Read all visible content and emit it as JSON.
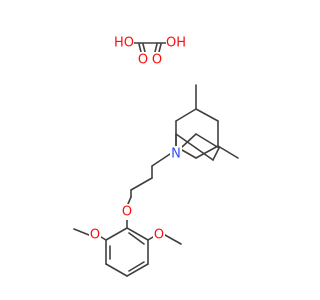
{
  "colors": {
    "bond": "#404040",
    "oxygen": "#ff0d0d",
    "nitrogen": "#3050f8",
    "background": "#ffffff"
  },
  "labels": {
    "oxalic_ho_left": "HO",
    "oxalic_oh_right": "OH",
    "oxalic_o_left": "O",
    "oxalic_o_right": "O",
    "piperidine_n": "N",
    "ether_o": "O",
    "methoxy_o_left": "O",
    "methoxy_o_right": "O"
  }
}
